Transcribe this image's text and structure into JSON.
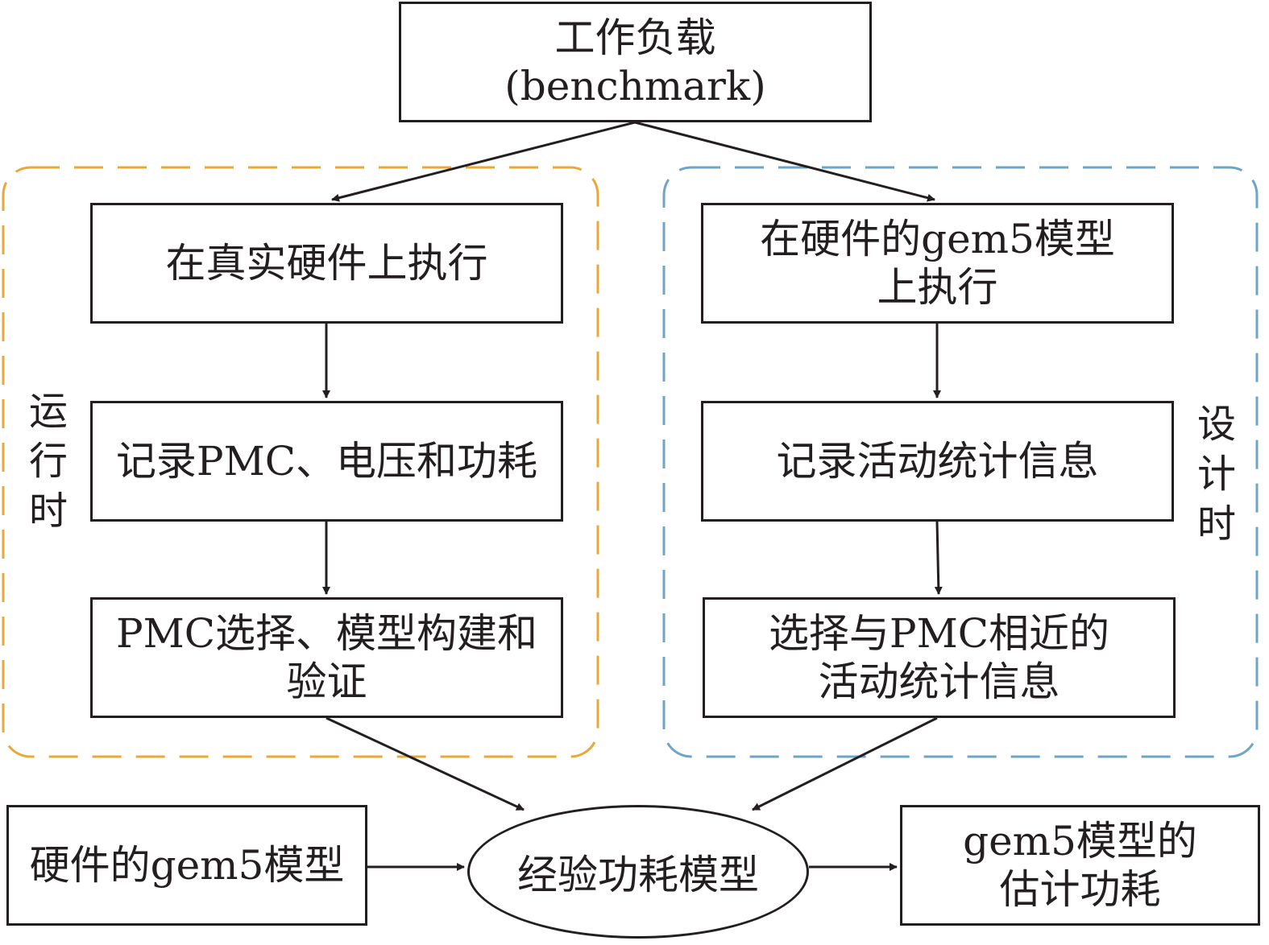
{
  "nodes": {
    "workload": {
      "line1": "工作负载",
      "line2": "(benchmark)"
    },
    "real_exec": {
      "line1": "在真实硬件上执行"
    },
    "record_pmc": {
      "line1": "记录PMC、电压和功耗"
    },
    "pmc_select": {
      "line1": "PMC选择、模型构建和",
      "line2": "验证"
    },
    "gem5_exec": {
      "line1": "在硬件的gem5模型",
      "line2": "上执行"
    },
    "record_stats": {
      "line1": "记录活动统计信息"
    },
    "select_stats": {
      "line1": "选择与PMC相近的",
      "line2": "活动统计信息"
    },
    "hw_gem5_model": {
      "line1": "硬件的gem5模型"
    },
    "empirical_model": {
      "line1": "经验功耗模型"
    },
    "estimated_power": {
      "line1": "gem5模型的",
      "line2": "估计功耗"
    }
  },
  "groups": {
    "runtime": {
      "label": [
        "运",
        "行",
        "时"
      ],
      "color": "#e8a83a"
    },
    "design_time": {
      "label": [
        "设",
        "计",
        "时"
      ],
      "color": "#6ea4c4"
    }
  },
  "colors": {
    "line": "#231f20"
  }
}
